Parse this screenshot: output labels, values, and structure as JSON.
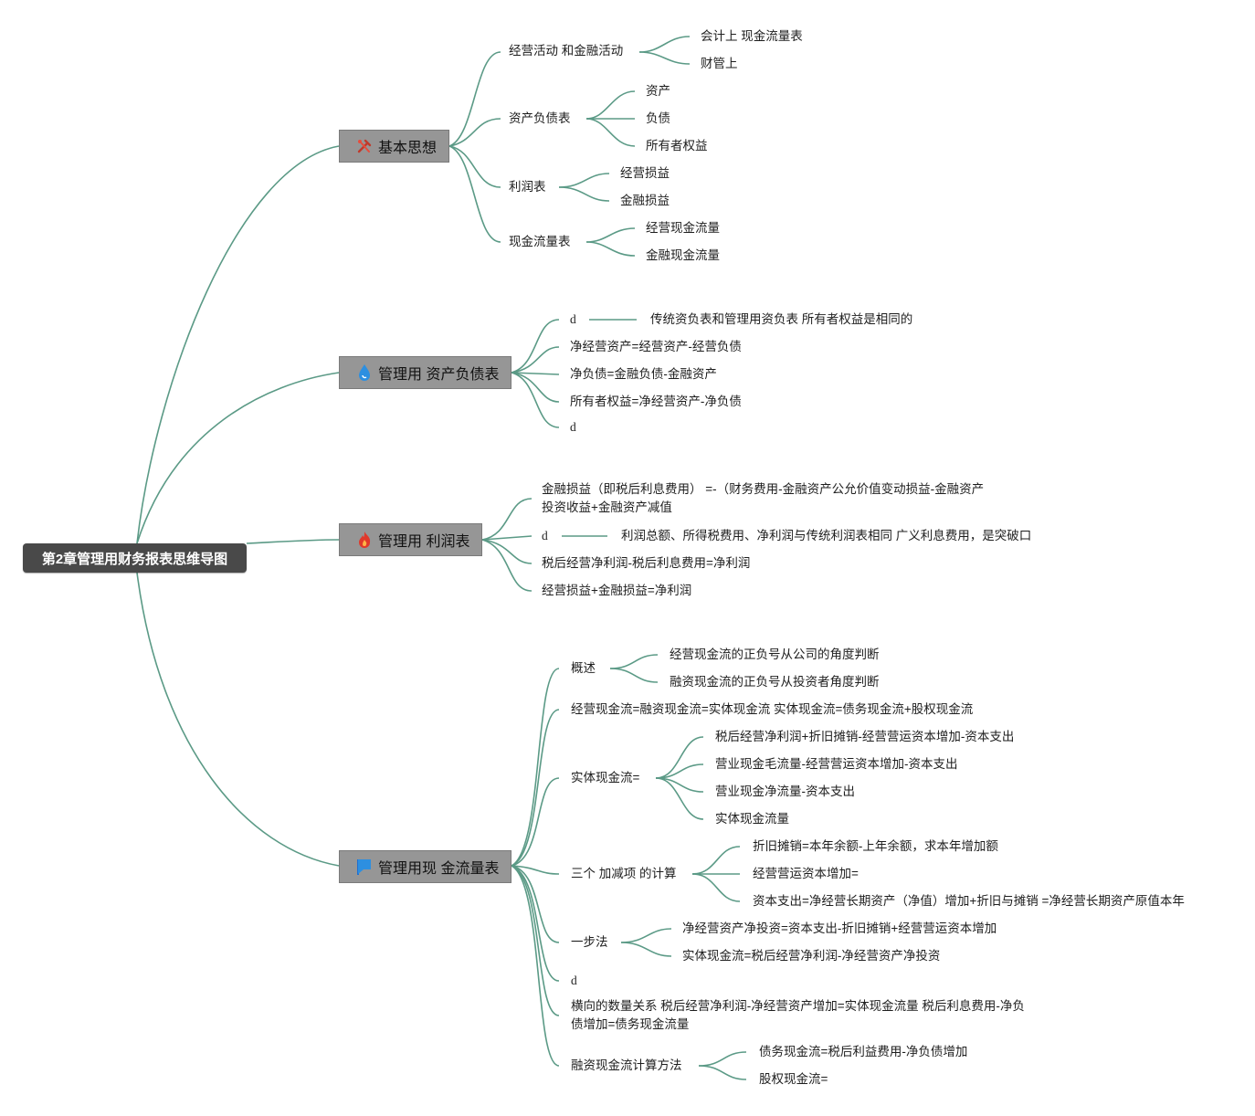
{
  "root": {
    "title": "第2章管理用财务报表思维导图"
  },
  "icons": {
    "b1": "tools-icon",
    "b2": "water-drop-icon",
    "b3": "fire-icon",
    "b4": "flag-icon"
  },
  "colors": {
    "edge": "#5b9a86",
    "root_bg": "#494949",
    "main_bg": "#969696"
  },
  "branches": {
    "b1": {
      "label": "基本思想",
      "c1": {
        "label": "经营活动 和金融活动",
        "g1": "会计上 现金流量表",
        "g2": "财管上"
      },
      "c2": {
        "label": "资产负债表",
        "g1": "资产",
        "g2": "负债",
        "g3": "所有者权益"
      },
      "c3": {
        "label": "利润表",
        "g1": "经营损益",
        "g2": "金融损益"
      },
      "c4": {
        "label": "现金流量表",
        "g1": "经营现金流量",
        "g2": "金融现金流量"
      }
    },
    "b2": {
      "label": "管理用 资产负债表",
      "c1": {
        "label": "d",
        "g1": "传统资负表和管理用资负表 所有者权益是相同的"
      },
      "c2": {
        "label": "净经营资产=经营资产-经营负债"
      },
      "c3": {
        "label": "净负债=金融负债-金融资产"
      },
      "c4": {
        "label": "所有者权益=净经营资产-净负债"
      },
      "c5": {
        "label": "d"
      }
    },
    "b3": {
      "label": "管理用 利润表",
      "c1": {
        "label": "金融损益（即税后利息费用） =-（财务费用-金融资产公允价值变动损益-金融资产投资收益+金融资产减值"
      },
      "c2": {
        "label": "d",
        "g1": "利润总额、所得税费用、净利润与传统利润表相同 广义利息费用，是突破口"
      },
      "c3": {
        "label": "税后经营净利润-税后利息费用=净利润"
      },
      "c4": {
        "label": "经营损益+金融损益=净利润"
      }
    },
    "b4": {
      "label": "管理用现 金流量表",
      "c1": {
        "label": "概述",
        "g1": "经营现金流的正负号从公司的角度判断",
        "g2": "融资现金流的正负号从投资者角度判断"
      },
      "c2": {
        "label": "经营现金流=融资现金流=实体现金流 实体现金流=债务现金流+股权现金流"
      },
      "c3": {
        "label": "实体现金流=",
        "g1": "税后经营净利润+折旧摊销-经营营运资本增加-资本支出",
        "g2": "营业现金毛流量-经营营运资本增加-资本支出",
        "g3": "营业现金净流量-资本支出",
        "g4": "实体现金流量"
      },
      "c4": {
        "label": "三个 加减项 的计算",
        "g1": "折旧摊销=本年余额-上年余额，求本年增加额",
        "g2": "经营营运资本增加=",
        "g3": "资本支出=净经营长期资产（净值）增加+折旧与摊销 =净经营长期资产原值本年"
      },
      "c5": {
        "label": "一步法",
        "g1": "净经营资产净投资=资本支出-折旧摊销+经营营运资本增加",
        "g2": "实体现金流=税后经营净利润-净经营资产净投资"
      },
      "c6": {
        "label": "d"
      },
      "c7": {
        "label": "横向的数量关系 税后经营净利润-净经营资产增加=实体现金流量 税后利息费用-净负债增加=债务现金流量"
      },
      "c8": {
        "label": "融资现金流计算方法",
        "g1": "债务现金流=税后利益费用-净负债增加",
        "g2": "股权现金流="
      }
    }
  }
}
